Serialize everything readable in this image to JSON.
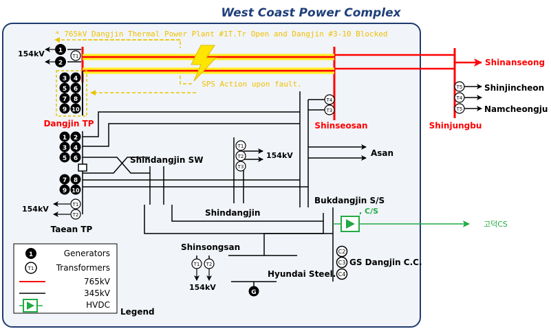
{
  "title": "West Coast Power Complex",
  "notice": "* 765kV Dangjin Thermal Power Plant #1T.Tr Open and Dangjin #3-10 Blocked",
  "sps_note": "SPS Action upon fault.",
  "colors": {
    "line_765kv": "#ff0000",
    "line_345kv": "#000000",
    "hvdc": "#22aa44",
    "fault": "#ffe600",
    "notice_text": "#f0c000",
    "panel_bg": "#f1f4f9",
    "panel_border": "#1e3a6e",
    "title": "#1f3f7a"
  },
  "plants": {
    "dangjin_tp": {
      "name": "Dangjin TP",
      "generators": [
        "1",
        "2",
        "3",
        "4",
        "5",
        "6",
        "7",
        "8",
        "9",
        "10"
      ],
      "transformer": "T1",
      "voltage": "154kV"
    },
    "taean_tp": {
      "name": "Taean TP",
      "generators": [
        "1",
        "2",
        "3",
        "4",
        "5",
        "6",
        "7",
        "8",
        "9",
        "10"
      ],
      "transformers": [
        "T1",
        "T2"
      ],
      "voltage": "154kV"
    }
  },
  "substations": {
    "shinseosan": {
      "name": "Shinseosan",
      "transformers": [
        "T4",
        "T3"
      ]
    },
    "shinjungbu": {
      "name": "Shinjungbu",
      "transformers": [
        "T5",
        "T4",
        "T5"
      ]
    },
    "shindangjin_sw": {
      "name": "Shindangjin SW"
    },
    "shindangjin": {
      "name": "Shindangjin",
      "transformers": [
        "T1",
        "T2",
        "T3"
      ],
      "voltage": "154kV"
    },
    "bukdangjin": {
      "name": "Bukdangjin S/S",
      "cs_label": ", C/S"
    },
    "gs_dangjin": {
      "name": "GS Dangjin C.C.",
      "generators": [
        "C2",
        "C3",
        "C4"
      ]
    },
    "shinsongsan": {
      "name": "Shinsongsan",
      "transformers": [
        "T1",
        "T2"
      ],
      "voltage": "154kV"
    },
    "hyundai_steel": {
      "name": "Hyundai Steel.",
      "generator": "G"
    }
  },
  "destinations": {
    "shinanseong": "Shinanseong",
    "shinjincheon": "Shinjincheon",
    "namcheongju": "Namcheongju",
    "asan": "Asan",
    "godeok_cs": "고덕CS"
  },
  "legend": {
    "title": "Legend",
    "generators": "Generators",
    "generator_symbol": "1",
    "transformers": "Transformers",
    "transformer_symbol": "T1",
    "kv765": "765kV",
    "kv345": "345kV",
    "hvdc": "HVDC"
  }
}
